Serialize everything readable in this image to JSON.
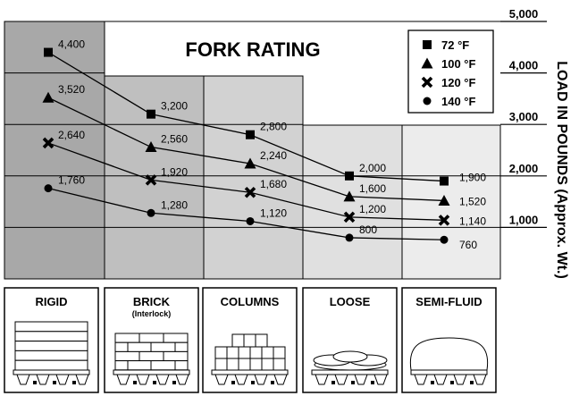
{
  "chart_data": {
    "type": "line",
    "title": "FORK RATING",
    "ylabel": "LOAD IN POUNDS (Approx. Wt.)",
    "ylim": [
      0,
      5000
    ],
    "yticks": [
      "1,000",
      "2,000",
      "3,000",
      "4,000",
      "5,000"
    ],
    "categories": [
      "RIGID",
      "BRICK",
      "COLUMNS",
      "LOOSE",
      "SEMI-FLUID"
    ],
    "category_sublabels": [
      "",
      "(Interlock)",
      "",
      "",
      ""
    ],
    "legend_position": "top-right",
    "series": [
      {
        "name": "72 °F",
        "marker": "square",
        "values": [
          4400,
          3200,
          2800,
          2000,
          1900
        ],
        "labels": [
          "4,400",
          "3,200",
          "2,800",
          "2,000",
          "1,900"
        ]
      },
      {
        "name": "100 °F",
        "marker": "triangle",
        "values": [
          3520,
          2560,
          2240,
          1600,
          1520
        ],
        "labels": [
          "3,520",
          "2,560",
          "2,240",
          "1,600",
          "1,520"
        ]
      },
      {
        "name": "120 °F",
        "marker": "x",
        "values": [
          2640,
          1920,
          1680,
          1200,
          1140
        ],
        "labels": [
          "2,640",
          "1,920",
          "1,680",
          "1,200",
          "1,140"
        ]
      },
      {
        "name": "140 °F",
        "marker": "circle",
        "values": [
          1760,
          1280,
          1120,
          800,
          760
        ],
        "labels": [
          "1,760",
          "1,280",
          "1,120",
          "800",
          "760"
        ]
      }
    ],
    "colors": {
      "columns": [
        "#a8a8a8",
        "#bfbfbf",
        "#d2d2d2",
        "#e0e0e0",
        "#ececec"
      ],
      "ink": "#000000"
    }
  }
}
